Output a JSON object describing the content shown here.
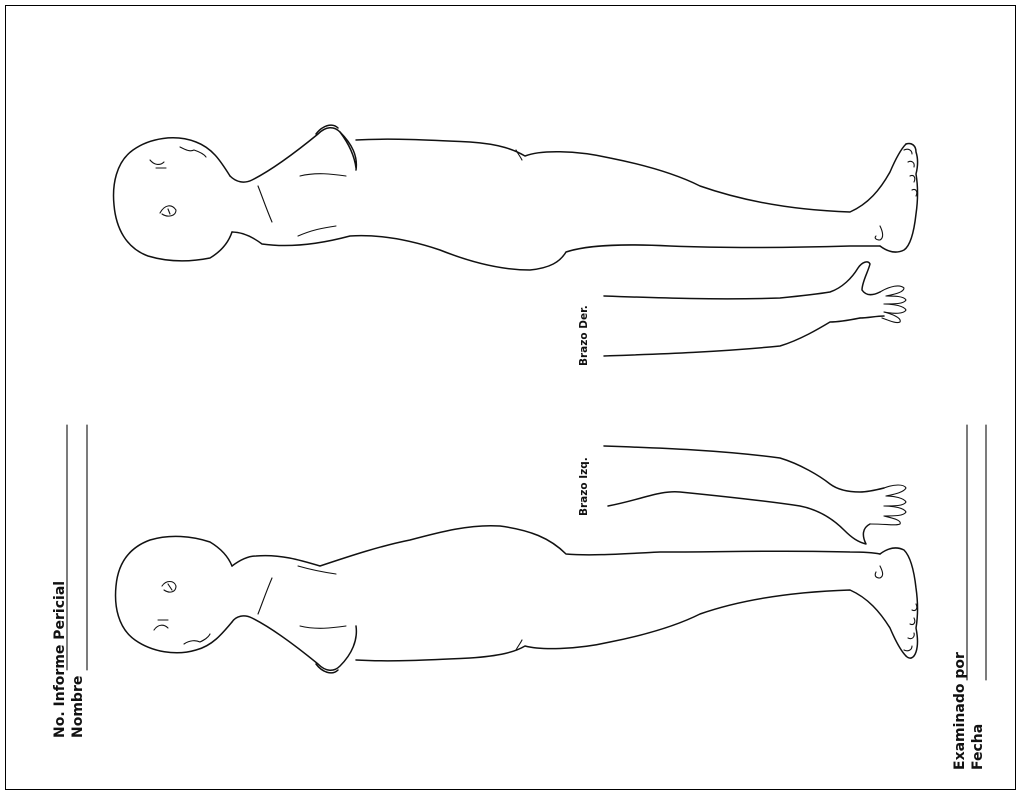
{
  "form": {
    "informe_label": "No. Informe Pericial",
    "nombre_label": "Nombre",
    "examinado_label": "Examinado por",
    "fecha_label": "Fecha"
  },
  "arms": {
    "right_label": "Brazo Der.",
    "left_label": "Brazo Izq."
  }
}
